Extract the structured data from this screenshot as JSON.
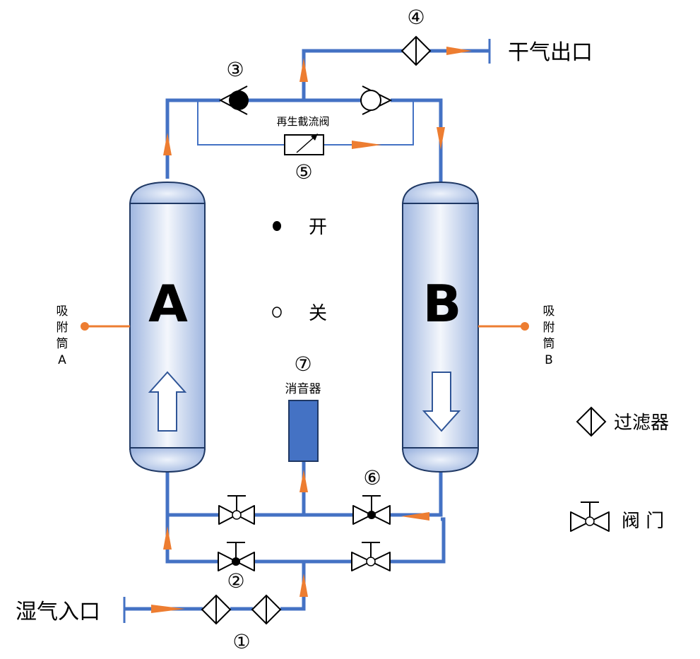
{
  "vessels": {
    "a_letter": "A",
    "b_letter": "B",
    "a_side_label": [
      "吸",
      "附",
      "筒",
      "A"
    ],
    "b_side_label": [
      "吸",
      "附",
      "筒",
      "B"
    ]
  },
  "labels": {
    "dry_outlet": "干气出口",
    "wet_inlet": "湿气入口",
    "regen_valve": "再生截流阀",
    "muffler": "消音器",
    "legend_open": "开",
    "legend_close": "关",
    "legend_filter": "过滤器",
    "legend_valve": "阀 门"
  },
  "markers": {
    "m1": "①",
    "m2": "②",
    "m3": "③",
    "m4": "④",
    "m5": "⑤",
    "m6": "⑥",
    "m7": "⑦"
  },
  "colors": {
    "pipe": "#4472c4",
    "flow_arrow": "#ed7d31",
    "muffler": "#4472c4",
    "vessel_fill": "#b4c7e7"
  }
}
